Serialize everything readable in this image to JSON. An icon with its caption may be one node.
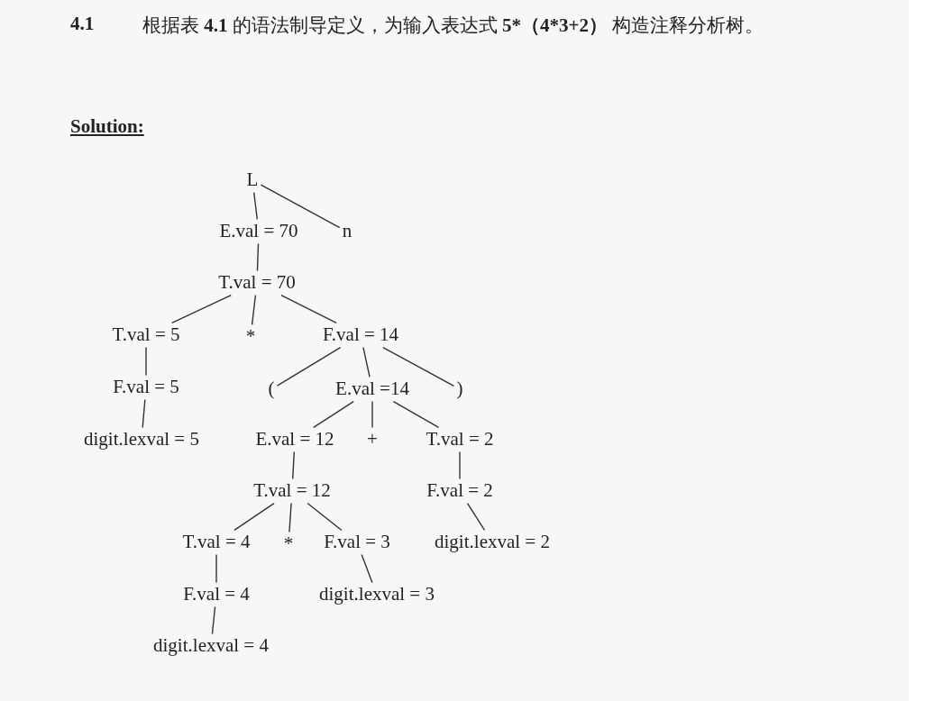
{
  "diagram": {
    "nodes": [
      {
        "text": [
          "L"
        ]
      },
      {
        "text": [
          "E.val = 70"
        ]
      },
      {
        "text": [
          "n"
        ]
      },
      {
        "text": [
          "T.val = 70"
        ]
      },
      {
        "text": [
          "T.val = 5"
        ]
      },
      {
        "text": [
          "*"
        ]
      },
      {
        "text": [
          "F.val = 14"
        ]
      },
      {
        "text": [
          "F.val = 5"
        ]
      },
      {
        "text": [
          "("
        ]
      },
      {
        "text": [
          "E.val =14"
        ]
      },
      {
        "text": [
          ")"
        ]
      },
      {
        "text": [
          "digit.lexval = 5"
        ]
      },
      {
        "text": [
          "E.val = 12"
        ]
      },
      {
        "text": [
          "+"
        ]
      },
      {
        "text": [
          "T.val = 2"
        ]
      },
      {
        "text": [
          "T.val = 12"
        ]
      },
      {
        "text": [
          "F.val = 2"
        ]
      },
      {
        "text": [
          "T.val = 4"
        ]
      },
      {
        "text": [
          "*"
        ]
      },
      {
        "text": [
          "F.val = 3"
        ]
      },
      {
        "text": [
          "digit.lexval = 2"
        ]
      },
      {
        "text": [
          "F.val = 4"
        ]
      },
      {
        "text": [
          "digit.lexval = 3"
        ]
      },
      {
        "text": [
          "digit.lexval = 4"
        ]
      }
    ],
    "edges": [
      {
        "from": 0,
        "to": 1,
        "arrow": "none"
      },
      {
        "from": 0,
        "to": 2,
        "arrow": "none"
      },
      {
        "from": 1,
        "to": 3,
        "arrow": "none"
      },
      {
        "from": 3,
        "to": 4,
        "arrow": "none"
      },
      {
        "from": 3,
        "to": 5,
        "arrow": "none"
      },
      {
        "from": 3,
        "to": 6,
        "arrow": "none"
      },
      {
        "from": 4,
        "to": 7,
        "arrow": "none"
      },
      {
        "from": 6,
        "to": 8,
        "arrow": "none"
      },
      {
        "from": 6,
        "to": 9,
        "arrow": "none"
      },
      {
        "from": 6,
        "to": 10,
        "arrow": "none"
      },
      {
        "from": 7,
        "to": 11,
        "arrow": "none"
      },
      {
        "from": 9,
        "to": 12,
        "arrow": "none"
      },
      {
        "from": 9,
        "to": 13,
        "arrow": "none"
      },
      {
        "from": 9,
        "to": 14,
        "arrow": "none"
      },
      {
        "from": 12,
        "to": 15,
        "arrow": "none"
      },
      {
        "from": 14,
        "to": 16,
        "arrow": "none"
      },
      {
        "from": 15,
        "to": 17,
        "arrow": "none"
      },
      {
        "from": 15,
        "to": 18,
        "arrow": "none"
      },
      {
        "from": 15,
        "to": 19,
        "arrow": "none"
      },
      {
        "from": 16,
        "to": 20,
        "arrow": "none"
      },
      {
        "from": 17,
        "to": 21,
        "arrow": "none"
      },
      {
        "from": 19,
        "to": 22,
        "arrow": "none"
      },
      {
        "from": 21,
        "to": 23,
        "arrow": "none"
      }
    ],
    "labels": [
      "4.1",
      "根据表 **4.1** 的语法制导定义，为输入表达式 **5*（4*3+2）** 构造注释分析树。",
      "Solution:"
    ]
  }
}
